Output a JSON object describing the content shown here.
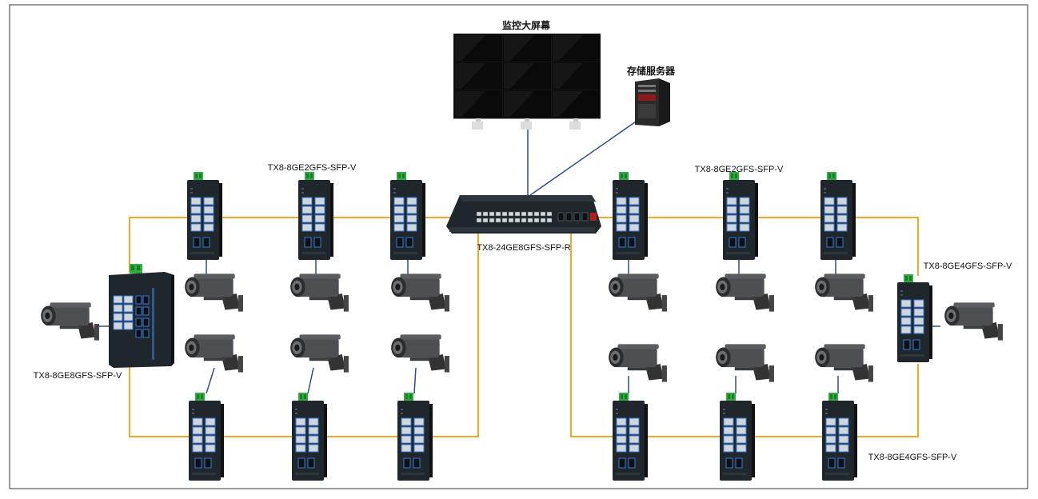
{
  "labels": {
    "video_wall": "监控大屏幕",
    "storage_server": "存储服务器",
    "core_switch": "TX8-24GE8GFS-SFP-R",
    "left_upper_switch": "TX8-8GE2GFS-SFP-V",
    "right_upper_switch": "TX8-8GE2GFS-SFP-V",
    "left_main_switch": "TX8-8GE8GFS-SFP-V",
    "right_side_switch": "TX8-8GE4GFS-SFP-V",
    "right_lower_switch": "TX8-8GE4GFS-SFP-V"
  },
  "colors": {
    "ring_link": "#f5a623",
    "uplink": "#2b4f86",
    "device_body": "#1f262c",
    "port_blue": "#3a7bd5",
    "terminal_green": "#2fae3f",
    "frame": "#333333"
  },
  "icons": {
    "monitor": "monitor-icon",
    "server": "server-icon",
    "switch": "industrial-switch-icon",
    "camera": "cctv-camera-icon"
  }
}
